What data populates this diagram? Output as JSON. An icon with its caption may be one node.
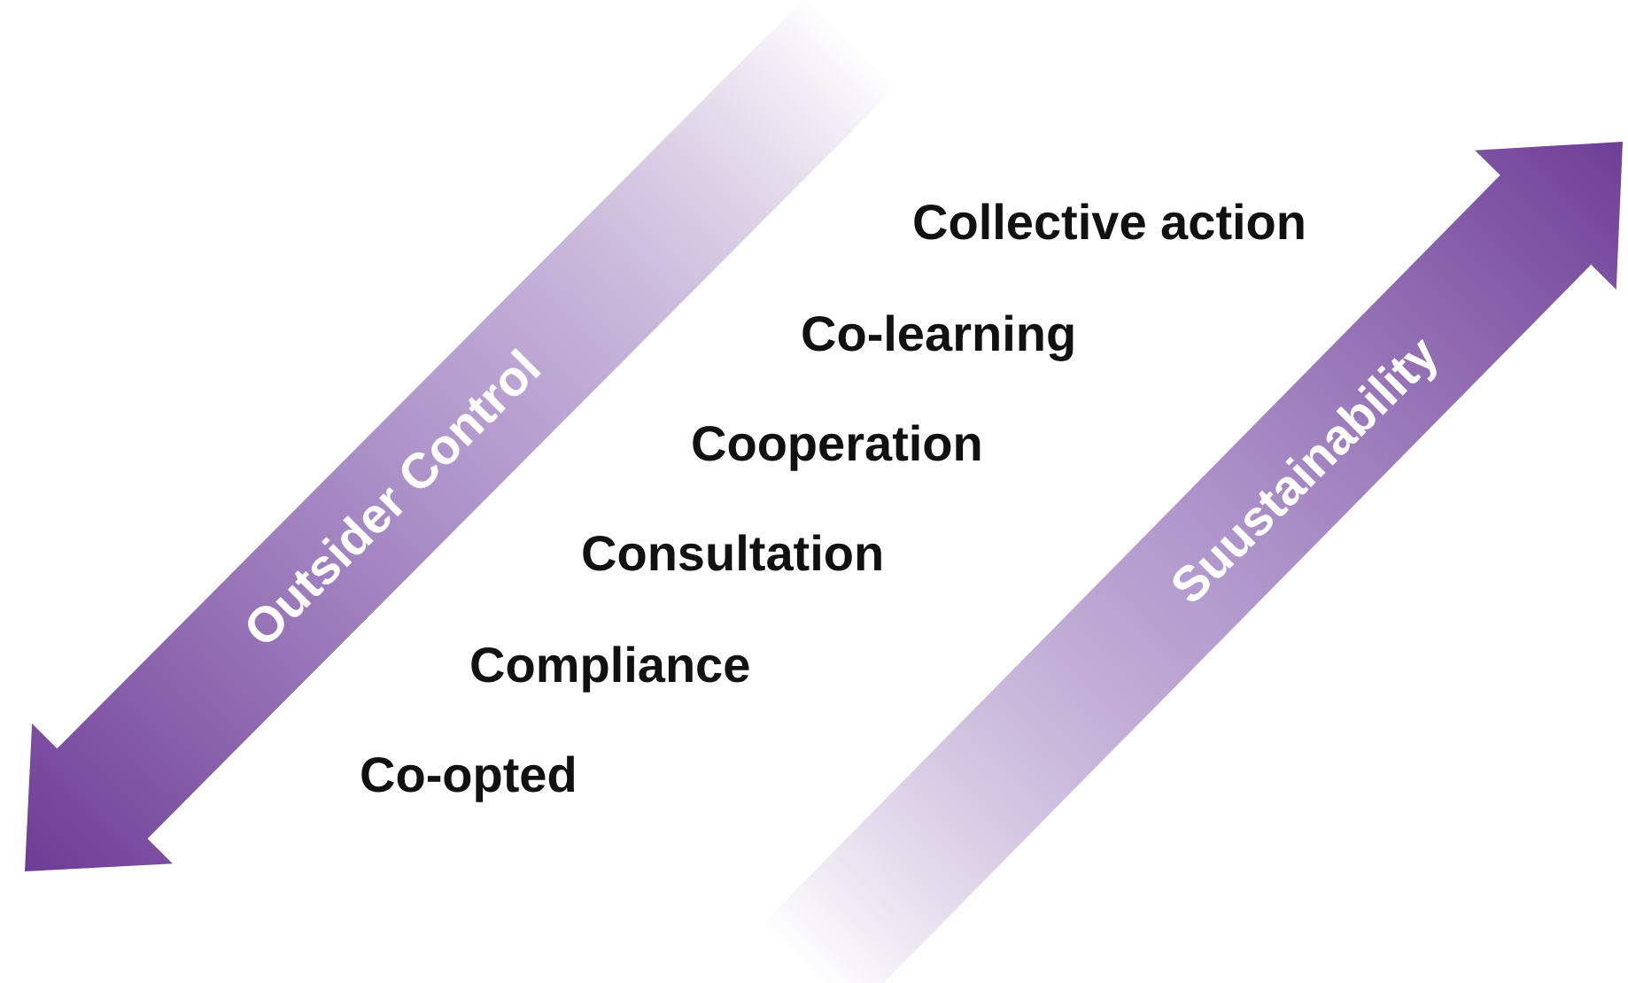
{
  "diagram": {
    "labels": [
      "Collective action",
      "Co-learning",
      "Cooperation",
      "Consultation",
      "Compliance",
      "Co-opted",
      "Outsider Control",
      "Suustainability"
    ]
  }
}
